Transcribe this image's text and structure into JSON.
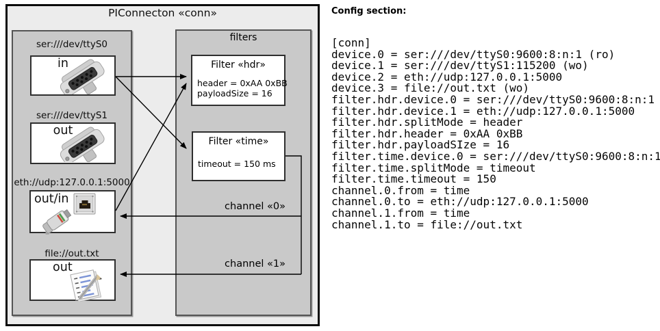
{
  "diagram": {
    "title": "PIConnecton «conn»",
    "devices_panel": {
      "devices": [
        {
          "label": "ser:///dev/ttyS0",
          "direction": "in",
          "icon": "serial-db9-connector"
        },
        {
          "label": "ser:///dev/ttyS1",
          "direction": "out",
          "icon": "serial-db9-connector"
        },
        {
          "label": "eth://udp:127.0.0.1:5000",
          "direction": "out/in",
          "icon": "ethernet-rj45-connector"
        },
        {
          "label": "file://out.txt",
          "direction": "out",
          "icon": "notepad-pencil"
        }
      ]
    },
    "filters_panel": {
      "title": "filters",
      "filters": [
        {
          "title": "Filter «hdr»",
          "properties": [
            "header = 0xAA 0xBB",
            "payloadSize = 16"
          ]
        },
        {
          "title": "Filter «time»",
          "properties": [
            "timeout = 150 ms"
          ]
        }
      ],
      "channels": [
        {
          "label": "channel «0»"
        },
        {
          "label": "channel «1»"
        }
      ]
    }
  },
  "config": {
    "heading": "Config section:",
    "lines": [
      "[conn]",
      "device.0 = ser:///dev/ttyS0:9600:8:n:1 (ro)",
      "device.1 = ser:///dev/ttyS1:115200 (wo)",
      "device.2 = eth://udp:127.0.0.1:5000",
      "device.3 = file://out.txt (wo)",
      "filter.hdr.device.0 = ser:///dev/ttyS0:9600:8:n:1",
      "filter.hdr.device.1 = eth://udp:127.0.0.1:5000",
      "filter.hdr.splitMode = header",
      "filter.hdr.header = 0xAA 0xBB",
      "filter.hdr.payloadSIze = 16",
      "filter.time.device.0 = ser:///dev/ttyS0:9600:8:n:1",
      "filter.time.splitMode = timeout",
      "filter.time.timeout = 150",
      "channel.0.from = time",
      "channel.0.to = eth://udp:127.0.0.1:5000",
      "channel.1.from = time",
      "channel.1.to = file://out.txt"
    ]
  },
  "colors": {
    "outer_fill": "#ececec",
    "panel_fill": "#c9c9c9",
    "box_fill": "#ffffff",
    "line": "#000000"
  }
}
